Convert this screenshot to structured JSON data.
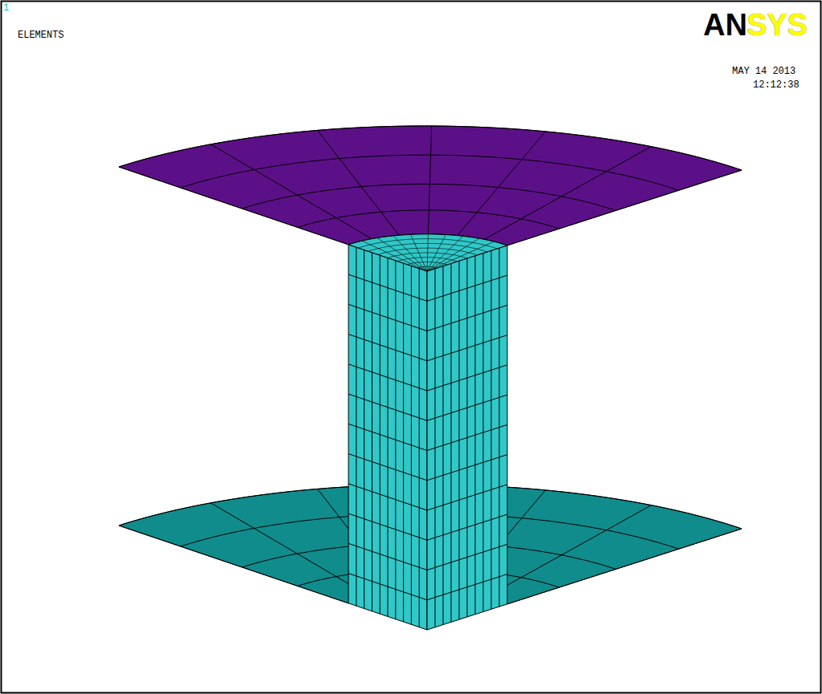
{
  "diagram": {
    "labels": [
      "1",
      "ELEMENTS",
      "AN",
      "SYS",
      "MAY 14 2013",
      "12:12:38"
    ]
  }
}
